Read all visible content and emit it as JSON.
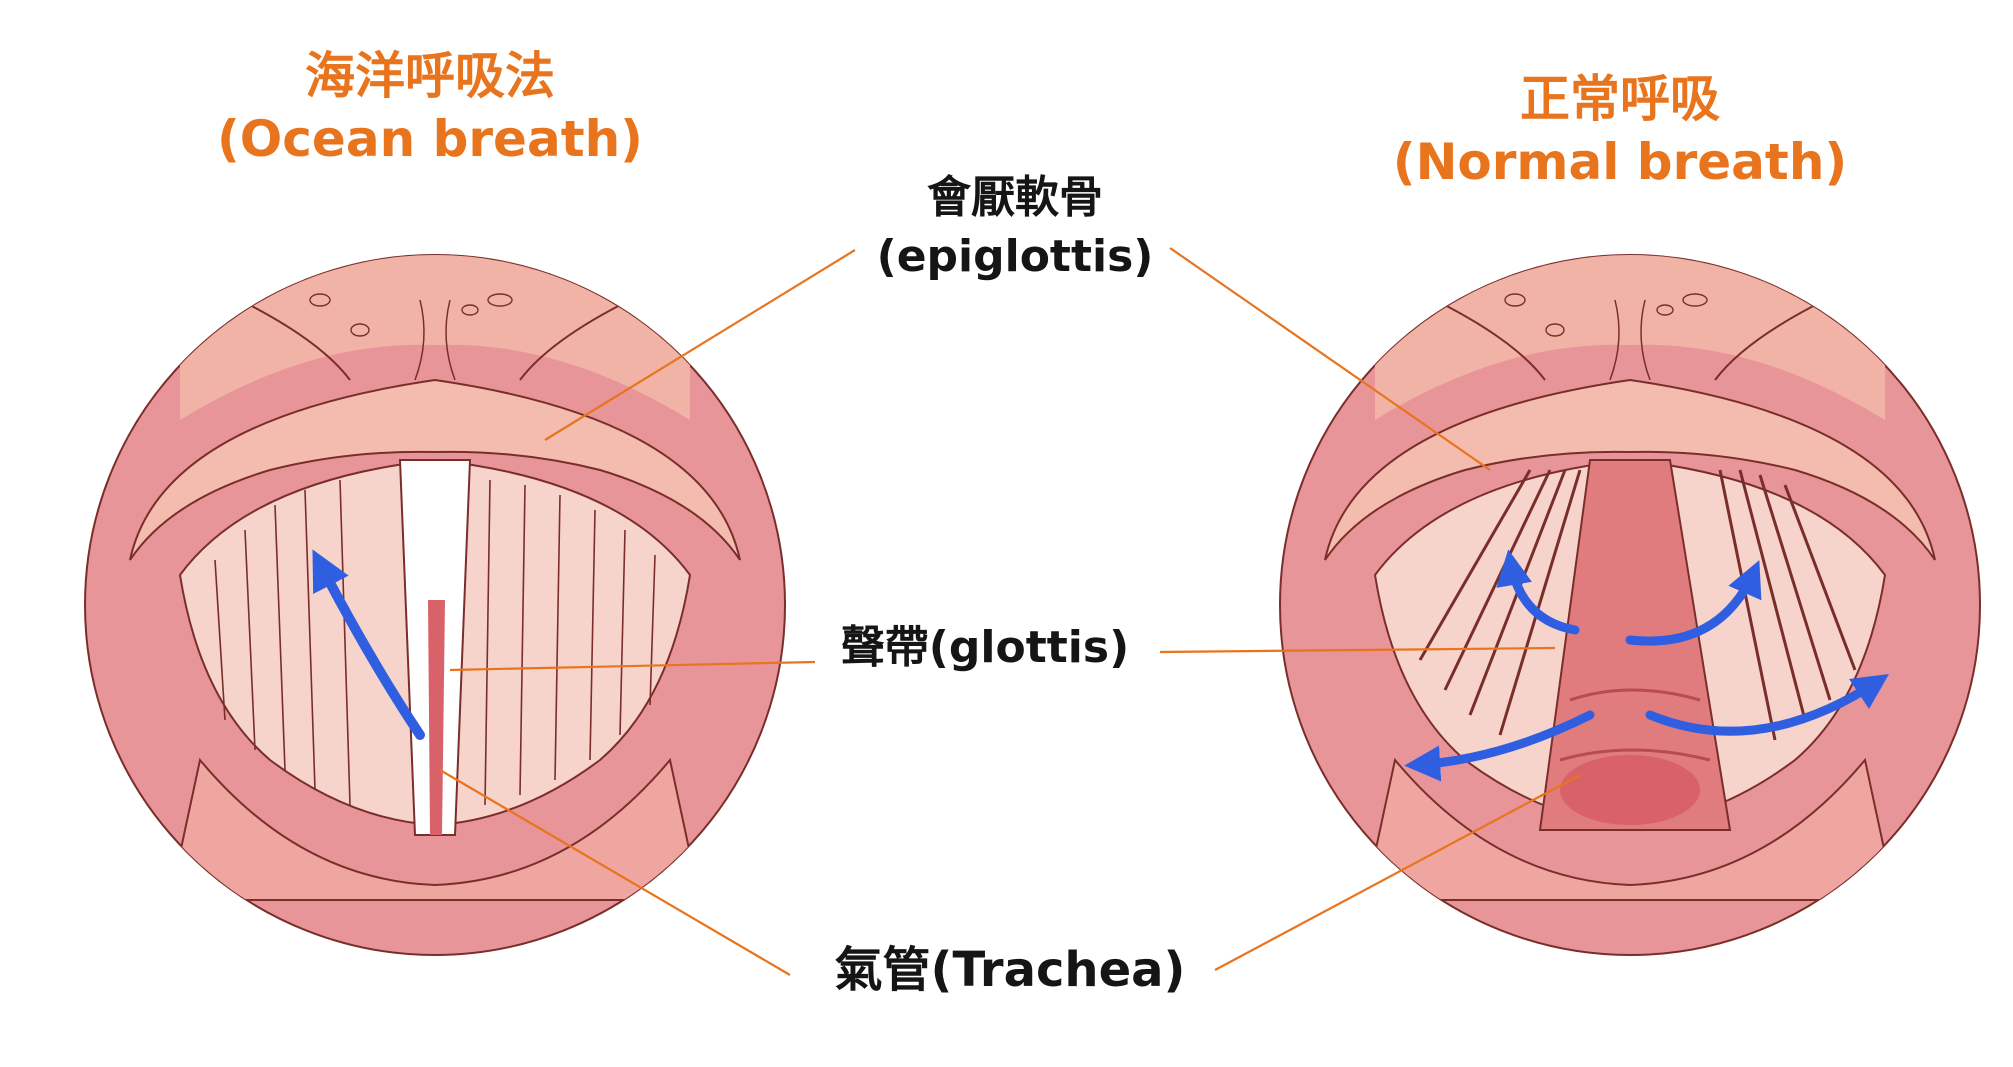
{
  "titles": {
    "ocean": {
      "zh": "海洋呼吸法",
      "en": "(Ocean breath)"
    },
    "normal": {
      "zh": "正常呼吸",
      "en": "(Normal breath)"
    }
  },
  "labels": {
    "epiglottis": {
      "zh": "會厭軟骨",
      "en": "(epiglottis)"
    },
    "glottis": "聲帶(glottis)",
    "trachea": "氣管(Trachea)"
  },
  "colors": {
    "title": "#E8741E",
    "leader_line": "#E8741E",
    "label_text": "#151515",
    "flesh_outer": "#E8959A",
    "flesh_inner": "#F2B3A7",
    "outline": "#7A2E2A",
    "airflow_arrow": "#2F5FE0",
    "trachea_tissue": "#D9626A"
  },
  "icons": [
    "larynx-illustration",
    "airflow-arrow"
  ]
}
